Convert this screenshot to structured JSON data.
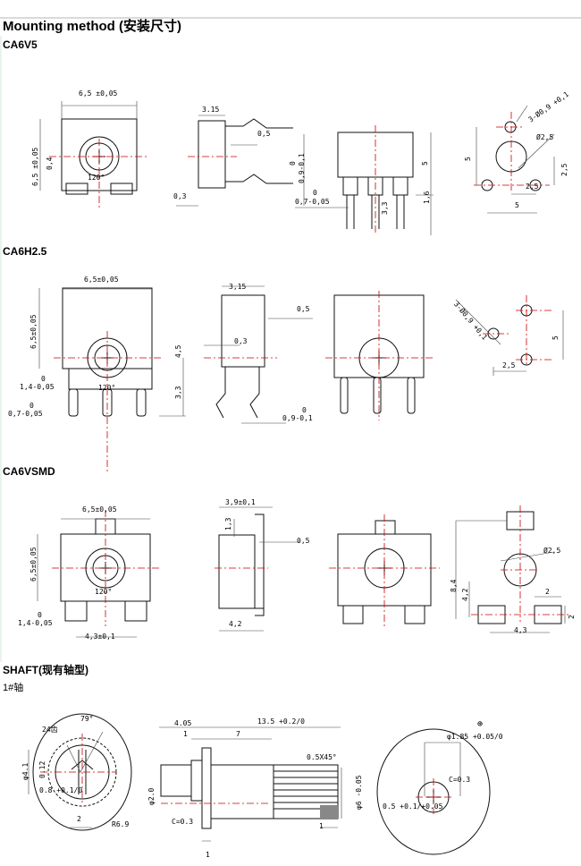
{
  "title": "Mounting method (安装尺寸)",
  "sections": {
    "ca6v5": {
      "title": "CA6V5",
      "labels": [
        "6,5 ±0,05",
        "6,5 ±0,05",
        "0,4",
        "3.15",
        "0,5",
        "0",
        "0,9-0,1",
        "0,3",
        "0",
        "0,7-0,05",
        "5",
        "1,6",
        "3,3",
        "3-Ø0,9 +0,1",
        "Ø2,5",
        "5",
        "2,5",
        "2,5",
        "5",
        "120°"
      ]
    },
    "ca6h25": {
      "title": "CA6H2.5",
      "labels": [
        "6,5±0,05",
        "6,5±0,05",
        "0",
        "1,4-0,05",
        "0",
        "0,7-0,05",
        "4,5",
        "3,3",
        "3,15",
        "0,5",
        "0,3",
        "0",
        "0,9-0,1",
        "3-Ø0,9 +0,1",
        "5",
        "2,5",
        "120°"
      ]
    },
    "ca6vsmd": {
      "title": "CA6VSMD",
      "labels": [
        "6,5±0,05",
        "6,5±0,05",
        "0",
        "1,4-0,05",
        "4,3±0,1",
        "3,9±0,1",
        "1,3",
        "0,5",
        "4,2",
        "Ø2,5",
        "8,4",
        "4,2",
        "2",
        "2",
        "4,3",
        "120°"
      ]
    },
    "shaft": {
      "title": "SHAFT(现有轴型)",
      "subtitle": "1#轴",
      "labels": [
        "79°",
        "24齿",
        "φ4.1",
        "0.12",
        "0.8 +0.1/0",
        "2",
        "R6.9",
        "4.05",
        "13.5 +0.2/0",
        "1",
        "7",
        "0.5X45°",
        "φ2.0",
        "C=0.3",
        "φ6 -0.05",
        "1",
        "1",
        "φ1.85 +0.05/0",
        "C=0.3",
        "0.5 +0.1/+0.05",
        "⊕"
      ]
    }
  },
  "colors": {
    "centerline": "#cc0000",
    "outline": "#111111"
  }
}
